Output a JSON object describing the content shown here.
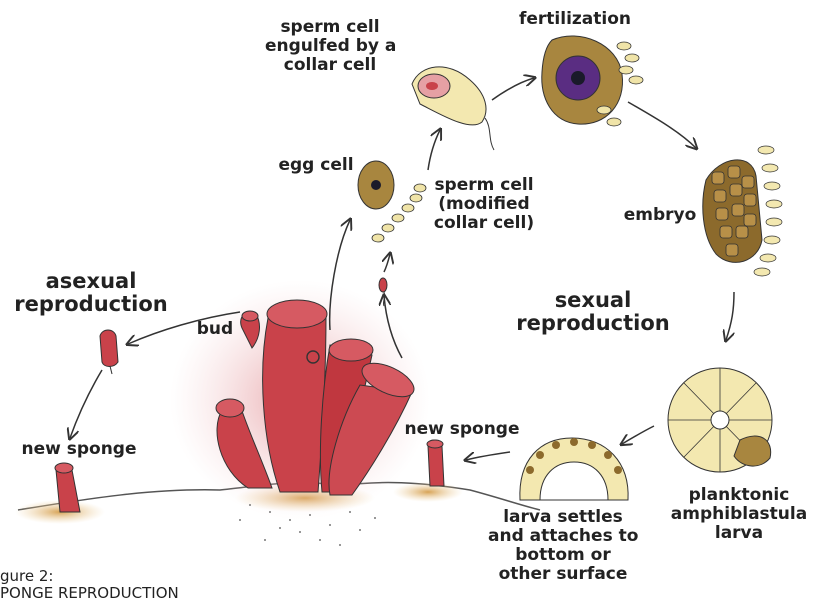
{
  "labels": {
    "sperm_engulfed": [
      "sperm cell",
      "engulfed by a",
      "collar cell"
    ],
    "fertilization": "fertilization",
    "egg_cell": "egg cell",
    "sperm_cell": [
      "sperm cell",
      "(modified",
      "collar cell)"
    ],
    "embryo": "embryo",
    "asexual": [
      "asexual",
      "reproduction"
    ],
    "sexual": [
      "sexual",
      "reproduction"
    ],
    "bud": "bud",
    "new_sponge_left": "new sponge",
    "new_sponge_right": "new sponge",
    "larva_settles": [
      "larva settles",
      "and attaches to",
      "bottom or",
      "other surface"
    ],
    "planktonic": [
      "planktonic",
      "amphiblastula",
      "larva"
    ]
  },
  "caption": {
    "line1": "gure 2:",
    "line2": "PONGE REPRODUCTION"
  },
  "colors": {
    "sponge_red": "#c9424a",
    "cell_brown": "#a8863f",
    "nucleus_purple": "#5a2d82",
    "larva_cream": "#f3e8b0",
    "ink": "#333333"
  }
}
